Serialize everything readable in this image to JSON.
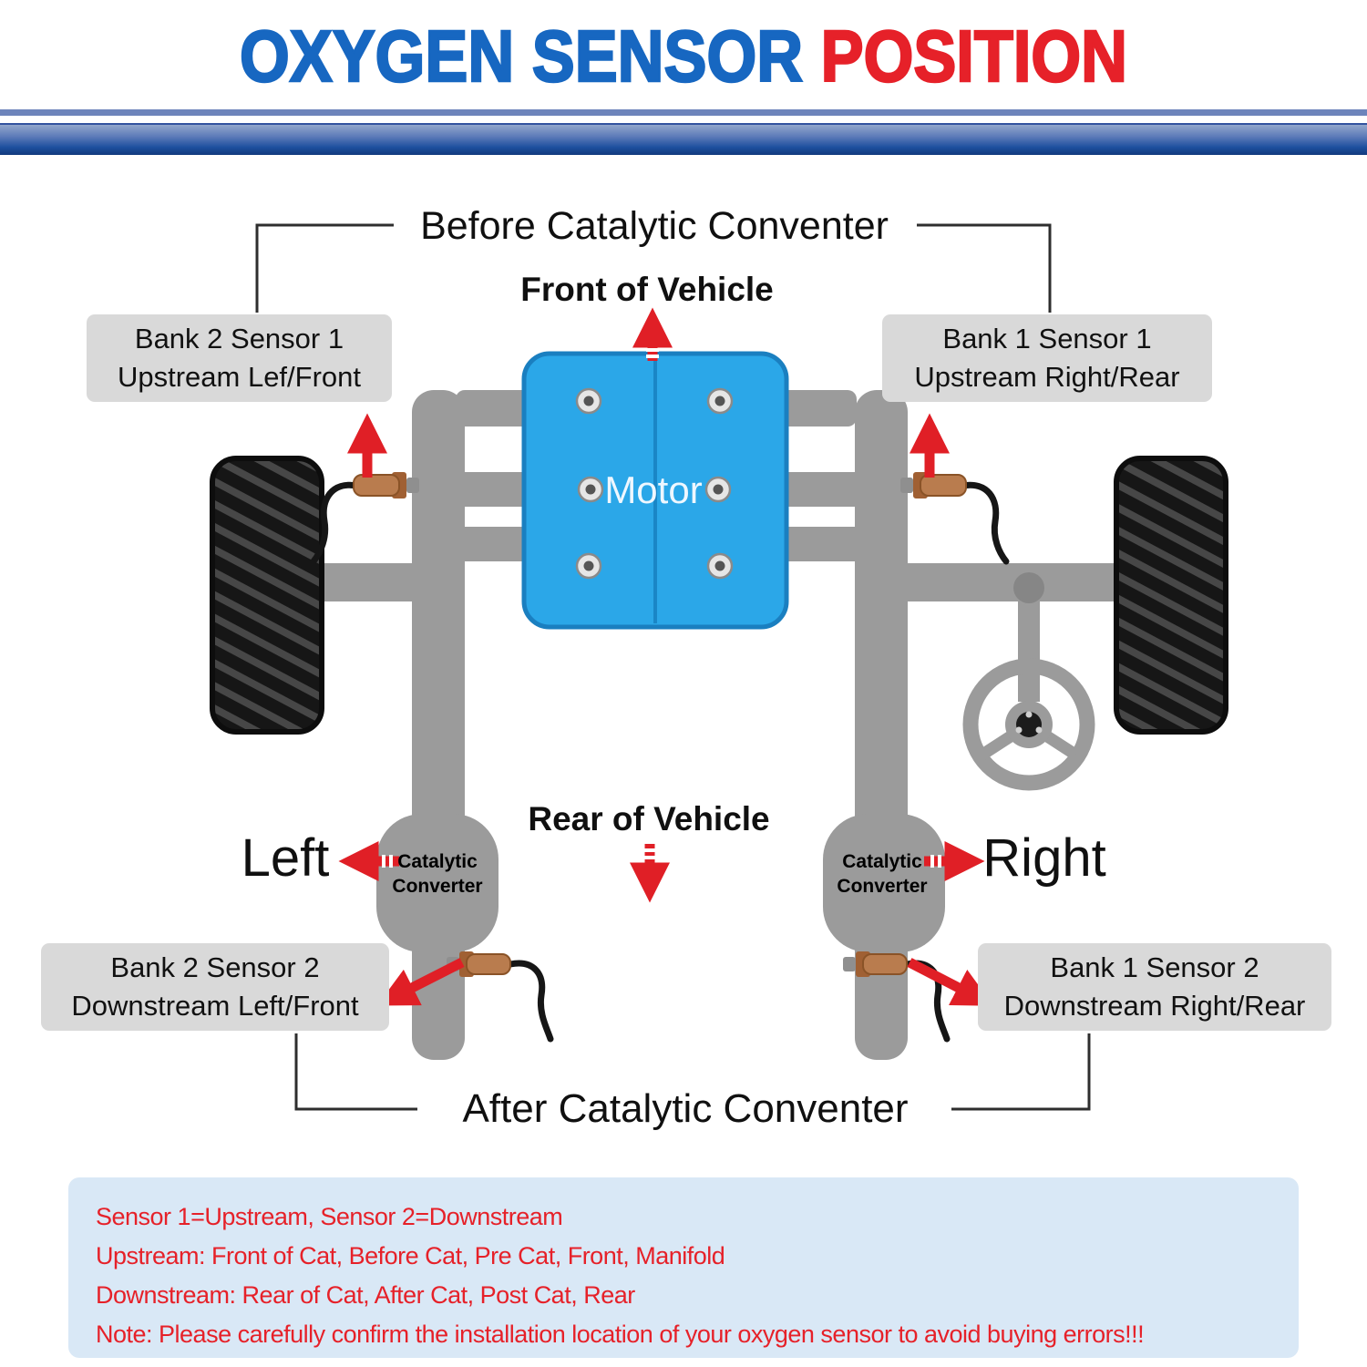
{
  "title": {
    "blue": "OXYGEN SENSOR ",
    "red": "POSITION"
  },
  "diagram": {
    "before_cat": "Before Catalytic Conventer",
    "after_cat": "After Catalytic Conventer",
    "front": "Front of Vehicle",
    "rear": "Rear of Vehicle",
    "left": "Left",
    "right": "Right",
    "motor": "Motor",
    "converter_line1": "Catalytic",
    "converter_line2": "Converter"
  },
  "boxes": {
    "top_left": {
      "line1": "Bank 2 Sensor 1",
      "line2": "Upstream Lef/Front"
    },
    "top_right": {
      "line1": "Bank 1 Sensor 1",
      "line2": "Upstream Right/Rear"
    },
    "bottom_left": {
      "line1": "Bank 2 Sensor 2",
      "line2": "Downstream Left/Front"
    },
    "bottom_right": {
      "line1": "Bank 1 Sensor 2",
      "line2": "Downstream Right/Rear"
    }
  },
  "notes": {
    "line1": "Sensor 1=Upstream, Sensor 2=Downstream",
    "line2": "Upstream: Front of Cat, Before Cat, Pre Cat, Front, Manifold",
    "line3": "Downstream: Rear of Cat, After Cat, Post Cat, Rear",
    "line4": "Note: Please carefully confirm the installation location of your oxygen sensor to avoid buying errors!!!"
  },
  "colors": {
    "title_blue": "#1767c1",
    "title_red": "#e62129",
    "arrow_red": "#e01f26",
    "motor_blue": "#2ba7e8",
    "pipe_gray": "#9b9b9b",
    "label_box_gray": "#d9d9d9",
    "note_bg": "#d9e8f6",
    "note_text": "#e62129"
  }
}
